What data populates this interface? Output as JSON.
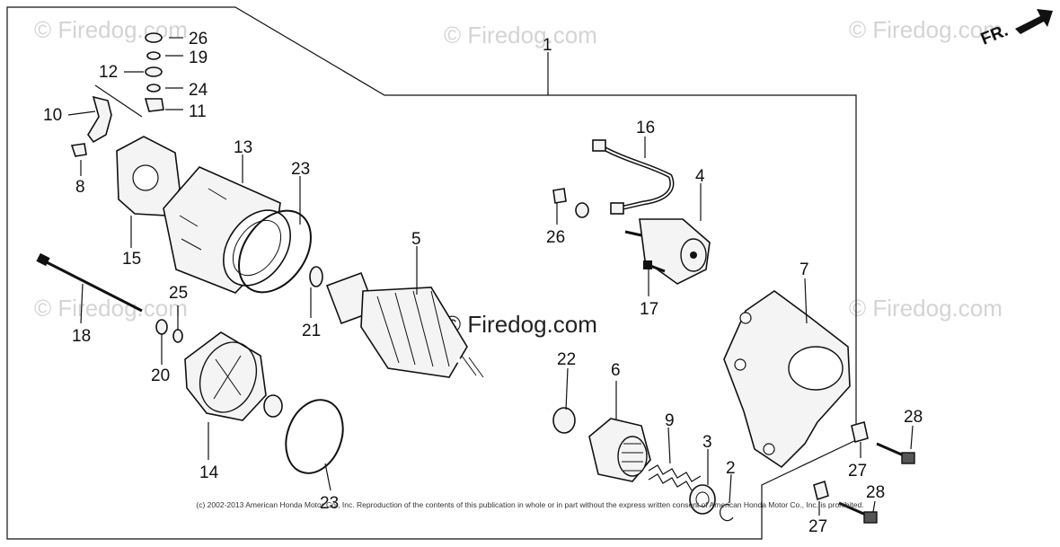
{
  "watermarks": {
    "corner_text": "© Firedog.com",
    "center_text": "© Firedog.com"
  },
  "orientation": {
    "label": "FR."
  },
  "callouts": [
    {
      "id": "c1",
      "label": "1"
    },
    {
      "id": "c2",
      "label": "2"
    },
    {
      "id": "c3",
      "label": "3"
    },
    {
      "id": "c4",
      "label": "4"
    },
    {
      "id": "c5",
      "label": "5"
    },
    {
      "id": "c6",
      "label": "6"
    },
    {
      "id": "c7",
      "label": "7"
    },
    {
      "id": "c8",
      "label": "8"
    },
    {
      "id": "c9",
      "label": "9"
    },
    {
      "id": "c10",
      "label": "10"
    },
    {
      "id": "c11",
      "label": "11"
    },
    {
      "id": "c12",
      "label": "12"
    },
    {
      "id": "c13",
      "label": "13"
    },
    {
      "id": "c14",
      "label": "14"
    },
    {
      "id": "c15",
      "label": "15"
    },
    {
      "id": "c16",
      "label": "16"
    },
    {
      "id": "c17",
      "label": "17"
    },
    {
      "id": "c18",
      "label": "18"
    },
    {
      "id": "c19",
      "label": "19"
    },
    {
      "id": "c20",
      "label": "20"
    },
    {
      "id": "c21",
      "label": "21"
    },
    {
      "id": "c22",
      "label": "22"
    },
    {
      "id": "c23a",
      "label": "23"
    },
    {
      "id": "c23b",
      "label": "23"
    },
    {
      "id": "c24",
      "label": "24"
    },
    {
      "id": "c25",
      "label": "25"
    },
    {
      "id": "c26a",
      "label": "26"
    },
    {
      "id": "c26b",
      "label": "26"
    },
    {
      "id": "c27a",
      "label": "27"
    },
    {
      "id": "c27b",
      "label": "27"
    },
    {
      "id": "c28a",
      "label": "28"
    },
    {
      "id": "c28b",
      "label": "28"
    }
  ],
  "footer": {
    "copyright": "(c) 2002-2013 American Honda Motor Co., Inc. Reproduction of the contents of this publication in whole or in part without the express written consent of American Honda Motor Co., Inc. is prohibited."
  }
}
